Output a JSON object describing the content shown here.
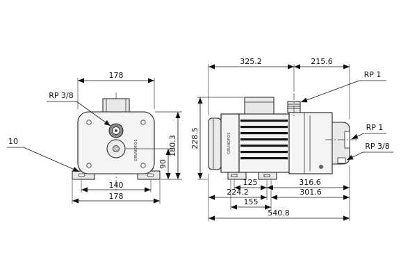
{
  "front": {
    "top_width": "178",
    "port_label": "RP 3/8",
    "plate_label": "10",
    "height_total": "180.3",
    "height_center": "90",
    "hole_spacing": "140",
    "base_width": "178"
  },
  "side": {
    "motor_length": "325.2",
    "port_to_face": "215.6",
    "height": "228.5",
    "top_port": "RP 1",
    "end_port": "RP 1",
    "drain_port": "RP 3/8",
    "bolt_to_face": "316.6",
    "shaft_to_face": "301.6",
    "bolt_spacing": "125",
    "edge_to_bolt": "224.2",
    "foot_length": "155",
    "total_length": "540.8"
  },
  "brand": "GRUNDFOS"
}
